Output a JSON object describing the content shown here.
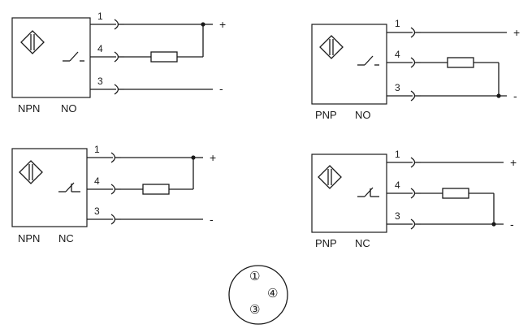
{
  "diagrams": [
    {
      "id": "npn-no",
      "type": "NPN",
      "mode": "NO",
      "pins": [
        "1",
        "4",
        "3"
      ],
      "plus": "+",
      "minus": "-"
    },
    {
      "id": "pnp-no",
      "type": "PNP",
      "mode": "NO",
      "pins": [
        "1",
        "4",
        "3"
      ],
      "plus": "+",
      "minus": "-"
    },
    {
      "id": "npn-nc",
      "type": "NPN",
      "mode": "NC",
      "pins": [
        "1",
        "4",
        "3"
      ],
      "plus": "+",
      "minus": "-"
    },
    {
      "id": "pnp-nc",
      "type": "PNP",
      "mode": "NC",
      "pins": [
        "1",
        "4",
        "3"
      ],
      "plus": "+",
      "minus": "-"
    }
  ],
  "connector": {
    "pins": [
      "①",
      "④",
      "③"
    ]
  }
}
